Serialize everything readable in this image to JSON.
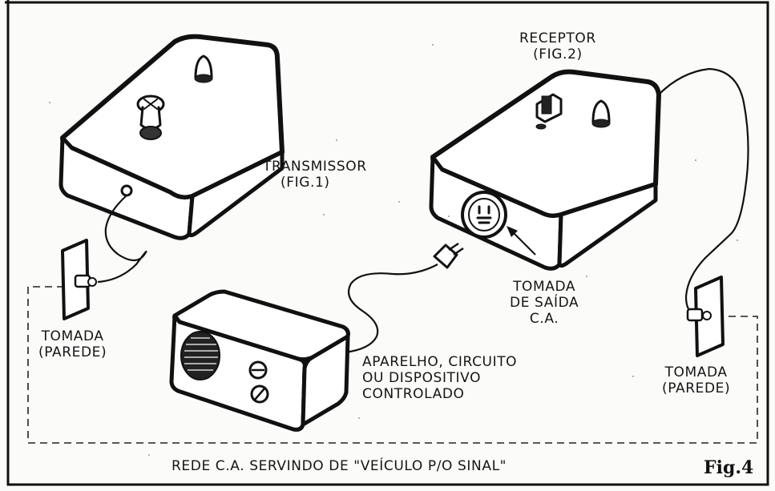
{
  "labels": {
    "receptor": "RECEPTOR",
    "receptor_fig": "(FIG.2)",
    "transmissor": "TRANSMISSOR",
    "transmissor_fig": "(FIG.1)",
    "tomada_saida_line1": "TOMADA",
    "tomada_saida_line2": "DE SAÍDA",
    "tomada_saida_line3": "C.A.",
    "tomada_left_line1": "TOMADA",
    "tomada_left_line2": "(PAREDE)",
    "tomada_right_line1": "TOMADA",
    "tomada_right_line2": "(PAREDE)",
    "aparelho_line1": "APARELHO, CIRCUITO",
    "aparelho_line2": "OU DISPOSITIVO",
    "aparelho_line3": "CONTROLADO",
    "rede_caption": "REDE C.A. SERVINDO DE \"VEÍCULO P/O SINAL\"",
    "figure_tag": "Fig.4"
  }
}
